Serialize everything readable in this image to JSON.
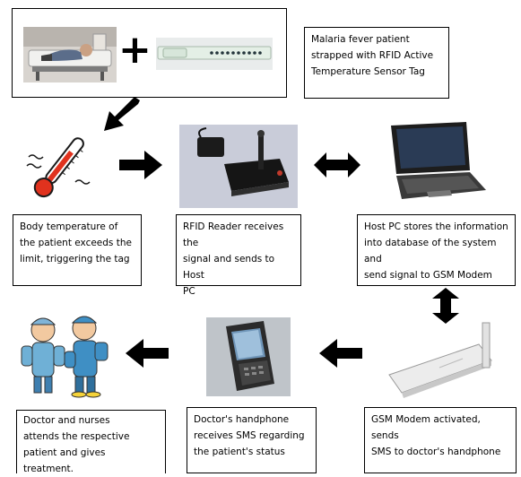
{
  "captions": {
    "patient": "Malaria fever patient\nstrapped with RFID Active\nTemperature Sensor Tag",
    "body_temp": "Body temperature of\nthe patient exceeds the\nlimit, triggering the tag",
    "rfid_reader": "RFID Reader receives the\nsignal and sends to Host\nPC",
    "host_pc": "Host PC stores the information\ninto database of the system and\nsend signal to GSM Modem",
    "gsm_modem": "GSM Modem activated, sends\nSMS to doctor's handphone",
    "doctor_phone": "Doctor's handphone\nreceives SMS regarding\nthe patient's status",
    "doctor_nurses": "Doctor and nurses\nattends the respective\npatient and gives\ntreatment."
  },
  "plus_symbol": "+",
  "icons": [
    "hospital-bed-patient",
    "rfid-tag",
    "thermometer",
    "rfid-reader",
    "laptop",
    "gsm-modem",
    "mobile-phone",
    "doctor-nurse"
  ]
}
